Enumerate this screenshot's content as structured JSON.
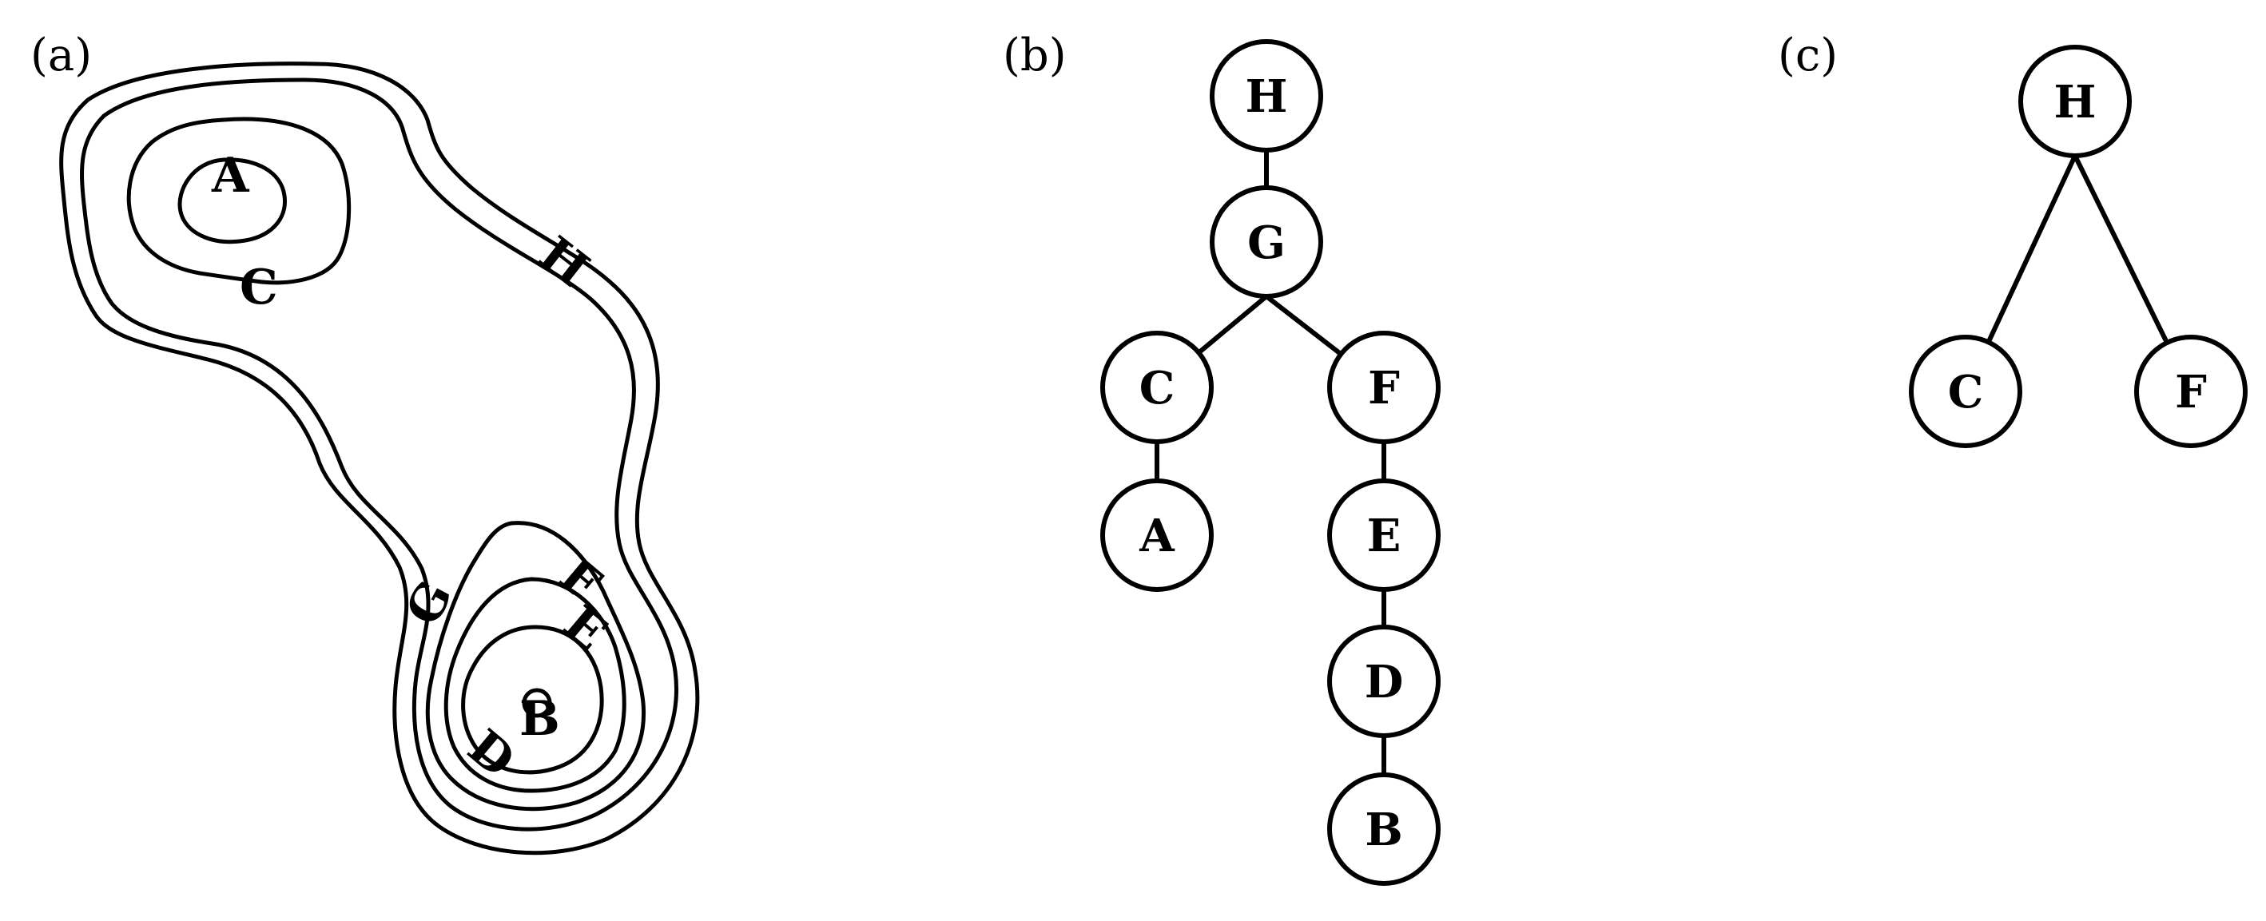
{
  "panels": {
    "a": {
      "label": "(a)",
      "contour_labels": {
        "A": "A",
        "B": "B",
        "C": "C",
        "D": "D",
        "E": "E",
        "F": "F",
        "G": "G",
        "H": "H"
      }
    },
    "b": {
      "label": "(b)",
      "nodes": {
        "H": "H",
        "G": "G",
        "C": "C",
        "F": "F",
        "A": "A",
        "E": "E",
        "D": "D",
        "B": "B"
      },
      "edges": [
        [
          "H",
          "G"
        ],
        [
          "G",
          "C"
        ],
        [
          "G",
          "F"
        ],
        [
          "C",
          "A"
        ],
        [
          "F",
          "E"
        ],
        [
          "E",
          "D"
        ],
        [
          "D",
          "B"
        ]
      ]
    },
    "c": {
      "label": "(c)",
      "nodes": {
        "H": "H",
        "C": "C",
        "F": "F"
      },
      "edges": [
        [
          "H",
          "C"
        ],
        [
          "H",
          "F"
        ]
      ]
    }
  }
}
